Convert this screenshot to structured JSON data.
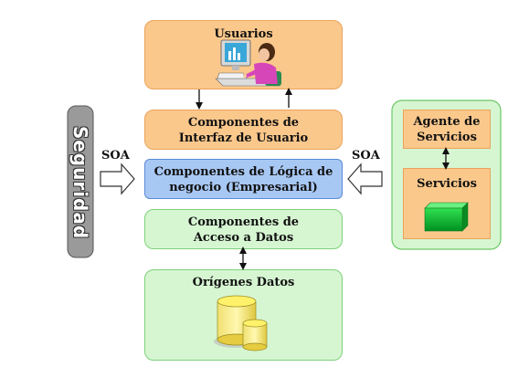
{
  "layers": {
    "usuarios": "Usuarios",
    "interfaz": "Componentes de\nInterfaz de Usuario",
    "logica": "Componentes de Lógica de\nnegocio (Empresarial)",
    "acceso": "Componentes de\nAcceso a Datos",
    "origenes": "Orígenes Datos"
  },
  "services": {
    "agente": "Agente de\nServicios",
    "servicios": "Servicios"
  },
  "soa_left": "SOA",
  "soa_right": "SOA",
  "seguridad": "Seguridad",
  "colors": {
    "orange": "#fbc88c",
    "blue": "#a8c8f4",
    "green": "#d6f6d2",
    "service_green": "#08c030"
  }
}
